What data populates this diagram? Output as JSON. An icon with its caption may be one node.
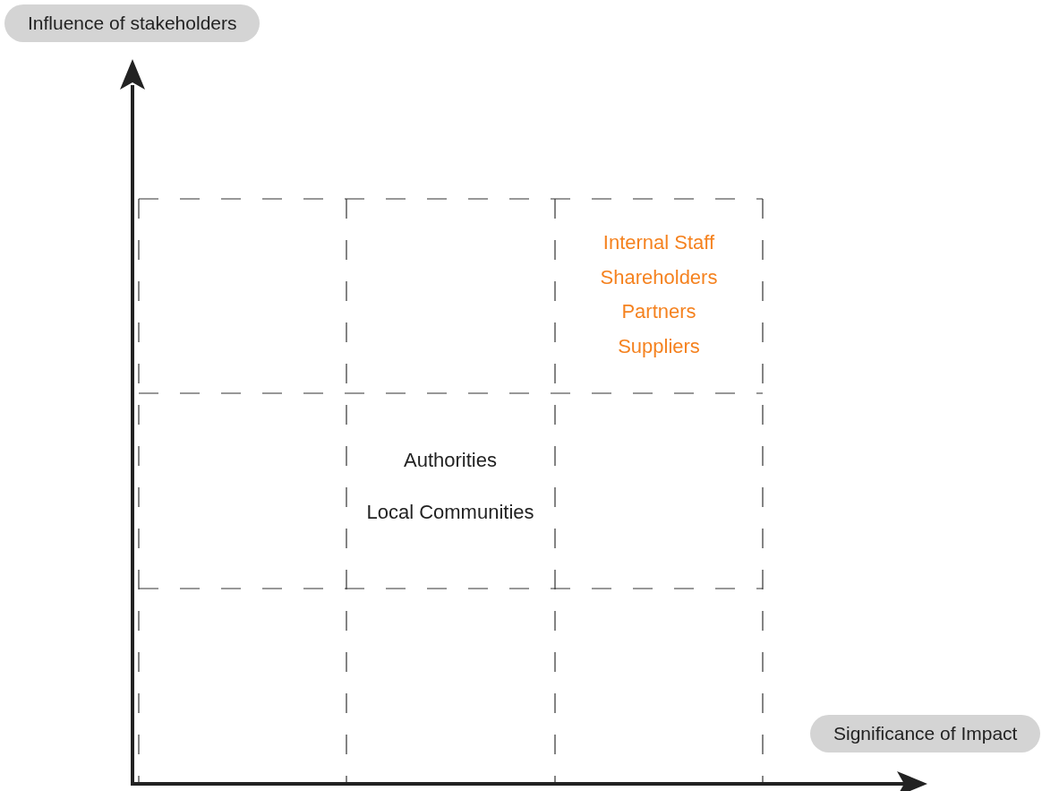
{
  "diagram": {
    "labels": [
      "Influence of stakeholders",
      "Significance of Impact",
      "Internal Staff",
      "Shareholders",
      "Partners",
      "Suppliers",
      "Authorities",
      "Local Communities"
    ]
  }
}
